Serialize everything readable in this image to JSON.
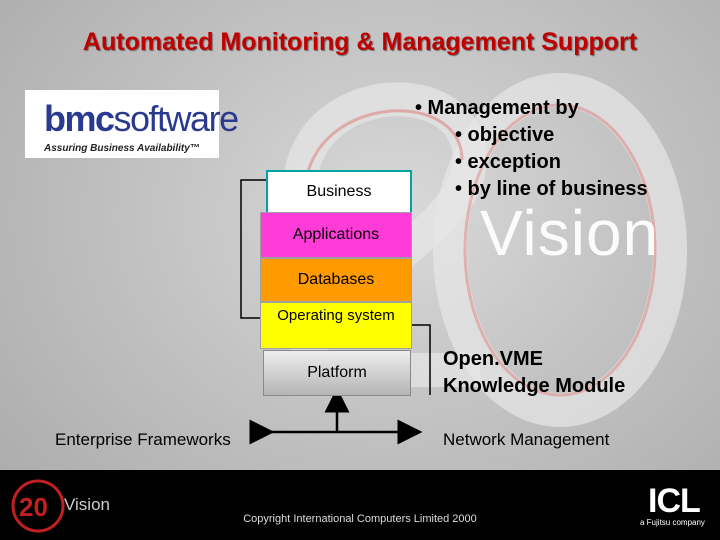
{
  "title": "Automated Monitoring & Management Support",
  "logo": {
    "brand_bold": "bmc",
    "brand_rest": "software",
    "tagline": "Assuring Business Availability™"
  },
  "layers": {
    "business": "Business",
    "applications": "Applications",
    "databases": "Databases",
    "operating_system": "Operating system",
    "platform": "Platform"
  },
  "bullets": {
    "main": "• Management by",
    "items": [
      "• objective",
      "• exception",
      "• by line of business"
    ]
  },
  "watermark": "Vision",
  "openvme": {
    "line1": "Open.VME",
    "line2": "Knowledge Module"
  },
  "labels": {
    "enterprise_frameworks": "Enterprise Frameworks",
    "network_management": "Network Management"
  },
  "footer": {
    "copyright": "Copyright International Computers Limited 2000",
    "logo_number": "20",
    "logo_vision": "Vision",
    "company_logo": "ICL",
    "company_tag": "a Fujitsu company"
  },
  "colors": {
    "title": "#c00000",
    "applications": "#ff3bd8",
    "databases": "#ff9a00",
    "operating_system": "#ffff00",
    "business_border": "#00a4a4"
  }
}
